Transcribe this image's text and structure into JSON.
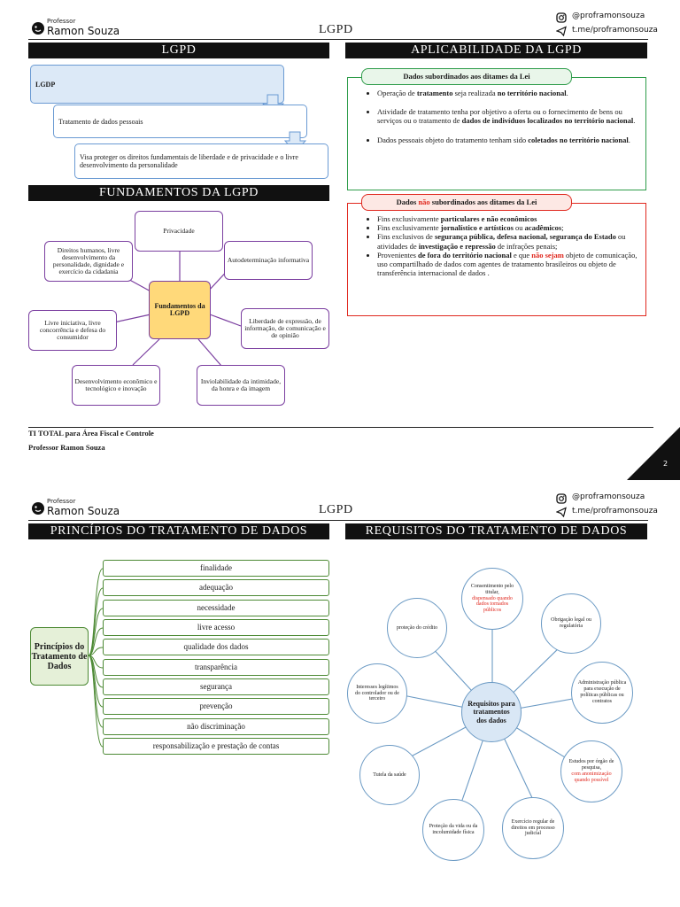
{
  "page1": {
    "header": {
      "logo_small": "Professor",
      "logo_name": "Ramon Souza",
      "title": "LGPD",
      "instagram": "@proframonsouza",
      "telegram": "t.me/proframonsouza"
    },
    "lgpd_bar": "LGPD",
    "flow": [
      "LGDP",
      "Tratamento de dados pessoais",
      "Visa proteger os direitos fundamentais de liberdade e de privacidade e o livre desenvolvimento da personalidade"
    ],
    "fund_bar": "FUNDAMENTOS DA LGPD",
    "fund_center": "Fundamentos da LGPD",
    "fund_nodes": {
      "privacidade": "Privacidade",
      "autodeterminacao": "Autodeterminação informativa",
      "liberdade": "Liberdade de expressão, de informação, de comunicação e de opinião",
      "inviolabilidade": "Inviolabilidade da intimidade, da honra e da imagem",
      "desenvolvimento": "Desenvolvimento econômico e tecnológico e inovação",
      "livre_iniciativa": "Livre iniciativa, livre concorrência e defesa do consumidor",
      "direitos_humanos": "Direitos humanos, livre desenvolvimento da personalidade, dignidade e exercício da cidadania"
    },
    "aplic_bar": "APLICABILIDADE DA LGPD",
    "sub_title": "Dados subordinados aos ditames da Lei",
    "sub_items": [
      [
        "Operação de ",
        "tratamento",
        " seja realizada ",
        "no território nacional",
        "."
      ],
      [
        "Atividade de tratamento tenha por objetivo a oferta ou o fornecimento de bens ou serviços ou o tratamento de ",
        "dados de indivíduos localizados no território nacional",
        "."
      ],
      [
        "Dados pessoais objeto do tratamento tenham sido ",
        "coletados no território nacional",
        "."
      ]
    ],
    "nsub_title_pre": "Dados ",
    "nsub_title_red": "não",
    "nsub_title_post": " subordinados aos ditames da Lei",
    "nsub_items": {
      "i1": [
        "Fins exclusivamente ",
        "particulares e não econômicos"
      ],
      "i2": [
        "Fins exclusivamente ",
        "jornalístico e artísticos",
        " ou ",
        "acadêmicos",
        ";"
      ],
      "i3": [
        "Fins exclusivos de ",
        "segurança pública, defesa nacional, segurança do Estado",
        " ou atividades de ",
        "investigação e repressão",
        " de infrações penais;"
      ],
      "i4": [
        "Provenientes ",
        "de fora do território nacional",
        " e que ",
        "não sejam",
        " objeto de comunicação, uso compartilhado de dados com agentes de tratamento brasileiros ou objeto de transferência internacional de dados ."
      ]
    },
    "footer": {
      "line1": "TI TOTAL para Área Fiscal e Controle",
      "line2": "Professor Ramon Souza",
      "page_number": "2"
    }
  },
  "page2": {
    "header": {
      "logo_small": "Professor",
      "logo_name": "Ramon Souza",
      "title": "LGPD",
      "instagram": "@proframonsouza",
      "telegram": "t.me/proframonsouza"
    },
    "princ_bar": "PRINCÍPIOS DO TRATAMENTO DE DADOS",
    "req_bar": "REQUISITOS DO TRATAMENTO DE DADOS",
    "princ_center": "Princípios do Tratamento de Dados",
    "principles": [
      "finalidade",
      "adequação",
      "necessidade",
      "livre acesso",
      "qualidade dos dados",
      "transparência",
      "segurança",
      "prevenção",
      "não discriminação",
      "responsabilização e prestação de contas"
    ],
    "req_center": "Requisitos para tratamentos dos dados",
    "req_nodes": {
      "consent": "Consentimento pelo titular,",
      "consent_red": "dispensado quando dados tornados públicos",
      "obrigacao": "Obrigação legal ou regulatória",
      "adm": "Administração pública para execução de políticas públicas ou contratos",
      "estudos": "Estudos por órgão de pesquisa,",
      "estudos_red": "com anonimização quando possível",
      "exercicio": "Exercício regular de direitos em processo judicial",
      "vida": "Proteção da vida ou da incolumidade física",
      "saude": "Tutela da saúde",
      "interesses": "Interesses legítimos do controlador ou de terceiro",
      "credito": "proteção do crédito"
    }
  },
  "colors": {
    "bar": "#111111",
    "flow_border": "#6a9ad3",
    "flow_fill": "#dce9f7",
    "purple": "#7b3fa0",
    "center_fill": "#ffd97a",
    "green_frame": "#2e9c4a",
    "red_frame": "#e0281e",
    "principle_border": "#4d8a35",
    "principle_center": "#e5f0d8",
    "req_border": "#6b9ac4",
    "req_center": "#d9e7f5"
  },
  "icons": [
    "face-logo-icon",
    "instagram-icon",
    "telegram-icon"
  ]
}
